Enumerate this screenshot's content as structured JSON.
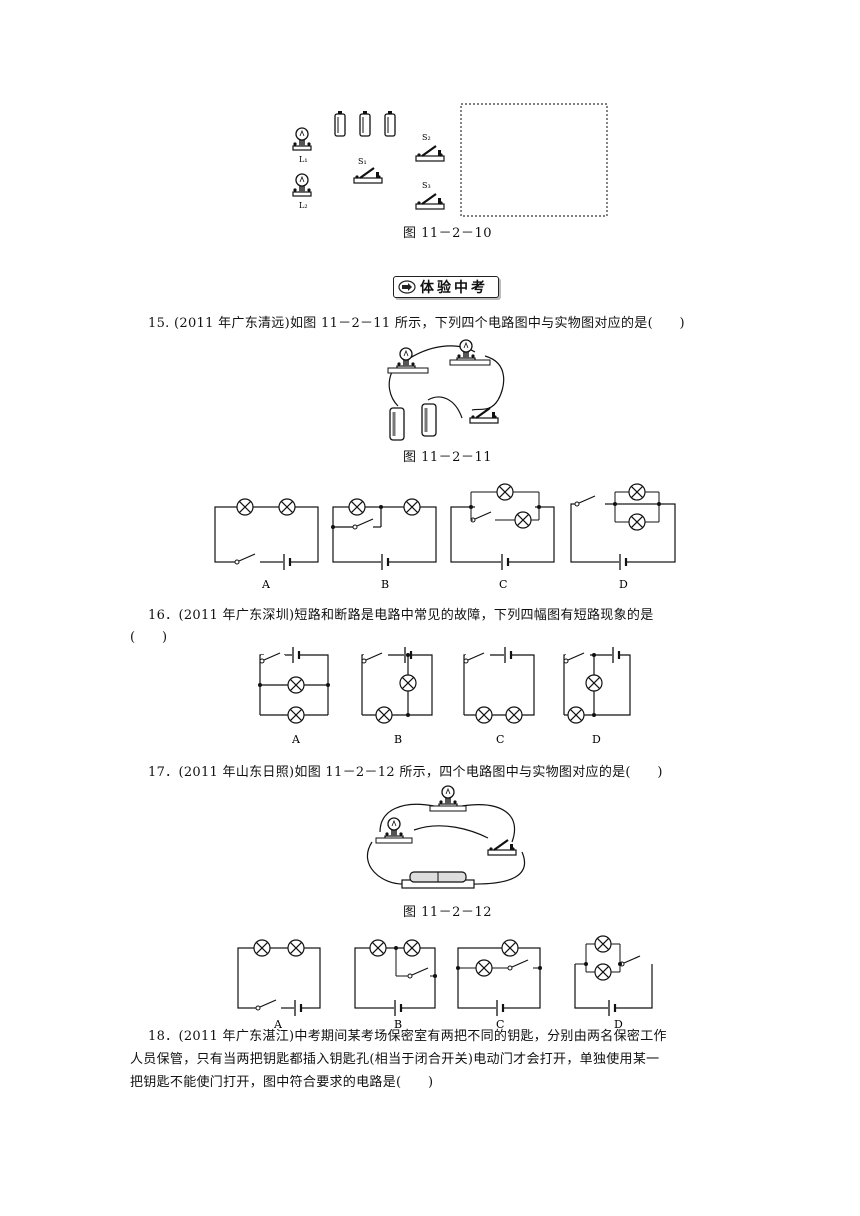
{
  "fig10": {
    "caption": "图 11－2－10",
    "labels": {
      "l1": "L₁",
      "l2": "L₂",
      "s1": "S₁",
      "s2": "S₂",
      "s3": "S₃"
    }
  },
  "section_badge": "体验中考",
  "q15": {
    "text": "15. (2011 年广东清远)如图 11－2－11 所示，下列四个电路图中与实物图对应的是(　　)",
    "caption": "图 11－2－11",
    "options": [
      "A",
      "B",
      "C",
      "D"
    ]
  },
  "q16": {
    "text_line1": "16．(2011 年广东深圳)短路和断路是电路中常见的故障，下列四幅图有短路现象的是",
    "text_line2": "(　　)",
    "options": [
      "A",
      "B",
      "C",
      "D"
    ]
  },
  "q17": {
    "text": "17．(2011 年山东日照)如图 11－2－12 所示，四个电路图中与实物图对应的是(　　)",
    "caption": "图 11－2－12",
    "options": [
      "A",
      "B",
      "C",
      "D"
    ]
  },
  "q18": {
    "line1": "18．(2011 年广东湛江)中考期间某考场保密室有两把不同的钥匙，分别由两名保密工作",
    "line2": "人员保管，只有当两把钥匙都插入钥匙孔(相当于闭合开关)电动门才会打开，单独使用某一",
    "line3": "把钥匙不能使门打开，图中符合要求的电路是(　　)"
  }
}
